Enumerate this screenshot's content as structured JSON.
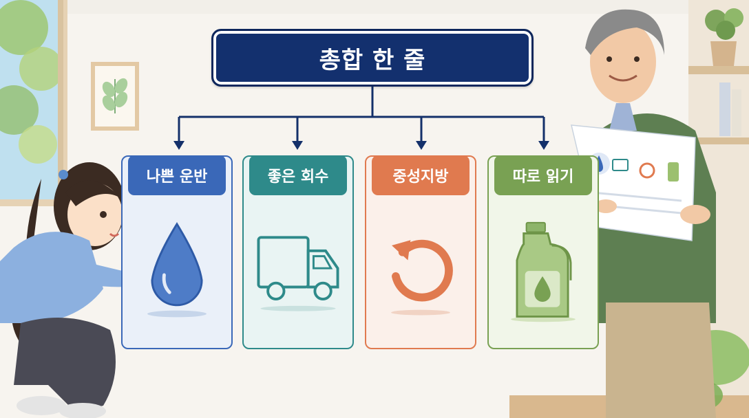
{
  "title": "총합 한 줄",
  "cards": [
    {
      "label": "나쁜 운반",
      "icon": "water-drop-icon",
      "color": "#3a68b8"
    },
    {
      "label": "좋은 회수",
      "icon": "truck-icon",
      "color": "#2e8a8a"
    },
    {
      "label": "중성지방",
      "icon": "circular-arrow-icon",
      "color": "#e07a4f"
    },
    {
      "label": "따로 읽기",
      "icon": "bottle-icon",
      "color": "#79a153"
    }
  ]
}
